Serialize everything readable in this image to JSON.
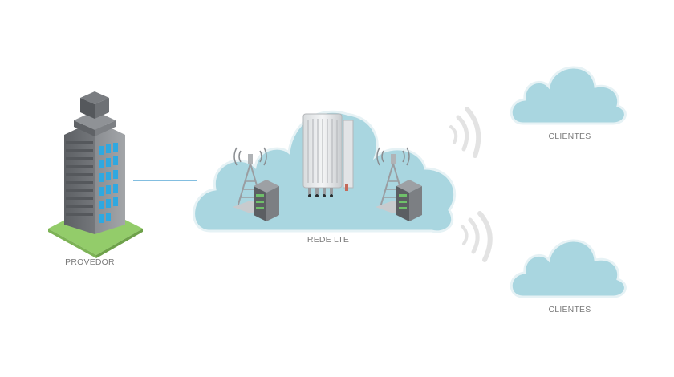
{
  "labels": {
    "provider": "PROVEDOR",
    "network": "REDE LTE",
    "client_top": "CLIENTES",
    "client_bottom": "CLIENTES"
  },
  "colors": {
    "cloud_fill": "#a9d6e0",
    "cloud_stroke": "#e6f2f5",
    "link_line": "#5aa9d6",
    "building_windows": "#2fa8e0",
    "building_body": "#6b6e72",
    "grass": "#93cc6a",
    "signal_waves": "#e3e3e3",
    "label_text": "#7a7a7a"
  },
  "icons": {
    "provider": "office-building-icon",
    "base_station": "lte-base-station-icon",
    "antenna_tower": "antenna-tower-icon",
    "server_rack": "server-rack-icon",
    "signal": "wireless-signal-icon",
    "client_cloud": "cloud-icon"
  }
}
